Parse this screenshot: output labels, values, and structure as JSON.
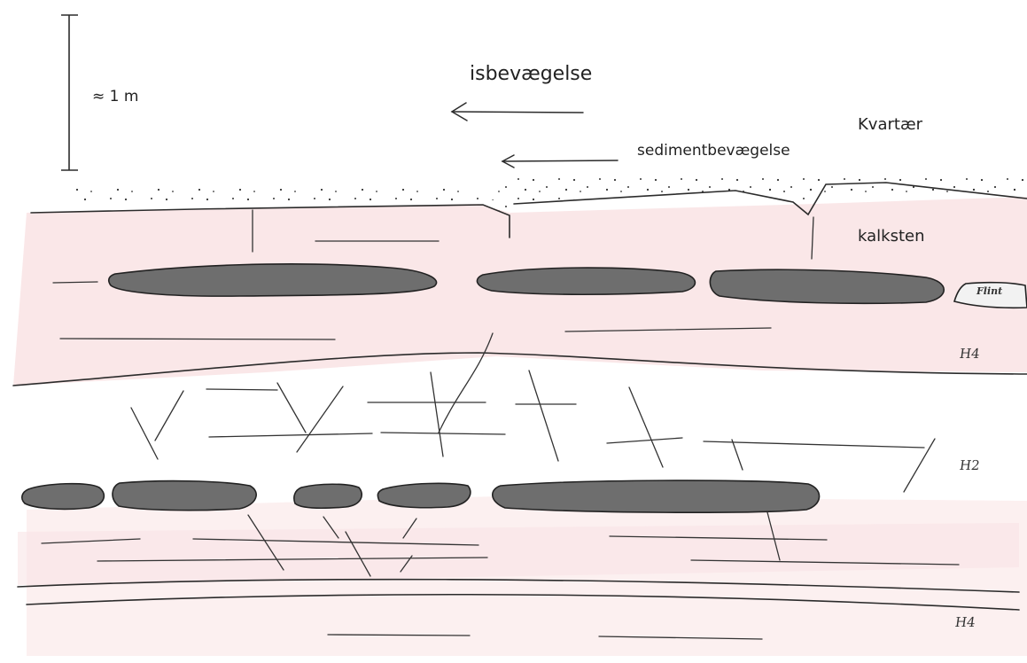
{
  "labels": {
    "scale": "≈ 1 m",
    "ice_movement": "isbevægelse",
    "sediment_movement": "sedimentbevægelse",
    "quaternary": "Kvartær",
    "limestone": "kalksten",
    "flint": "Flint",
    "layer_h4_upper": "H4",
    "layer_h2": "H2",
    "layer_h4_lower": "H4"
  },
  "colors": {
    "ink": "#2b2b2b",
    "flint_fill": "#6e6e6e",
    "chalk_tint": "#f3c9cc",
    "paper": "#ffffff"
  }
}
